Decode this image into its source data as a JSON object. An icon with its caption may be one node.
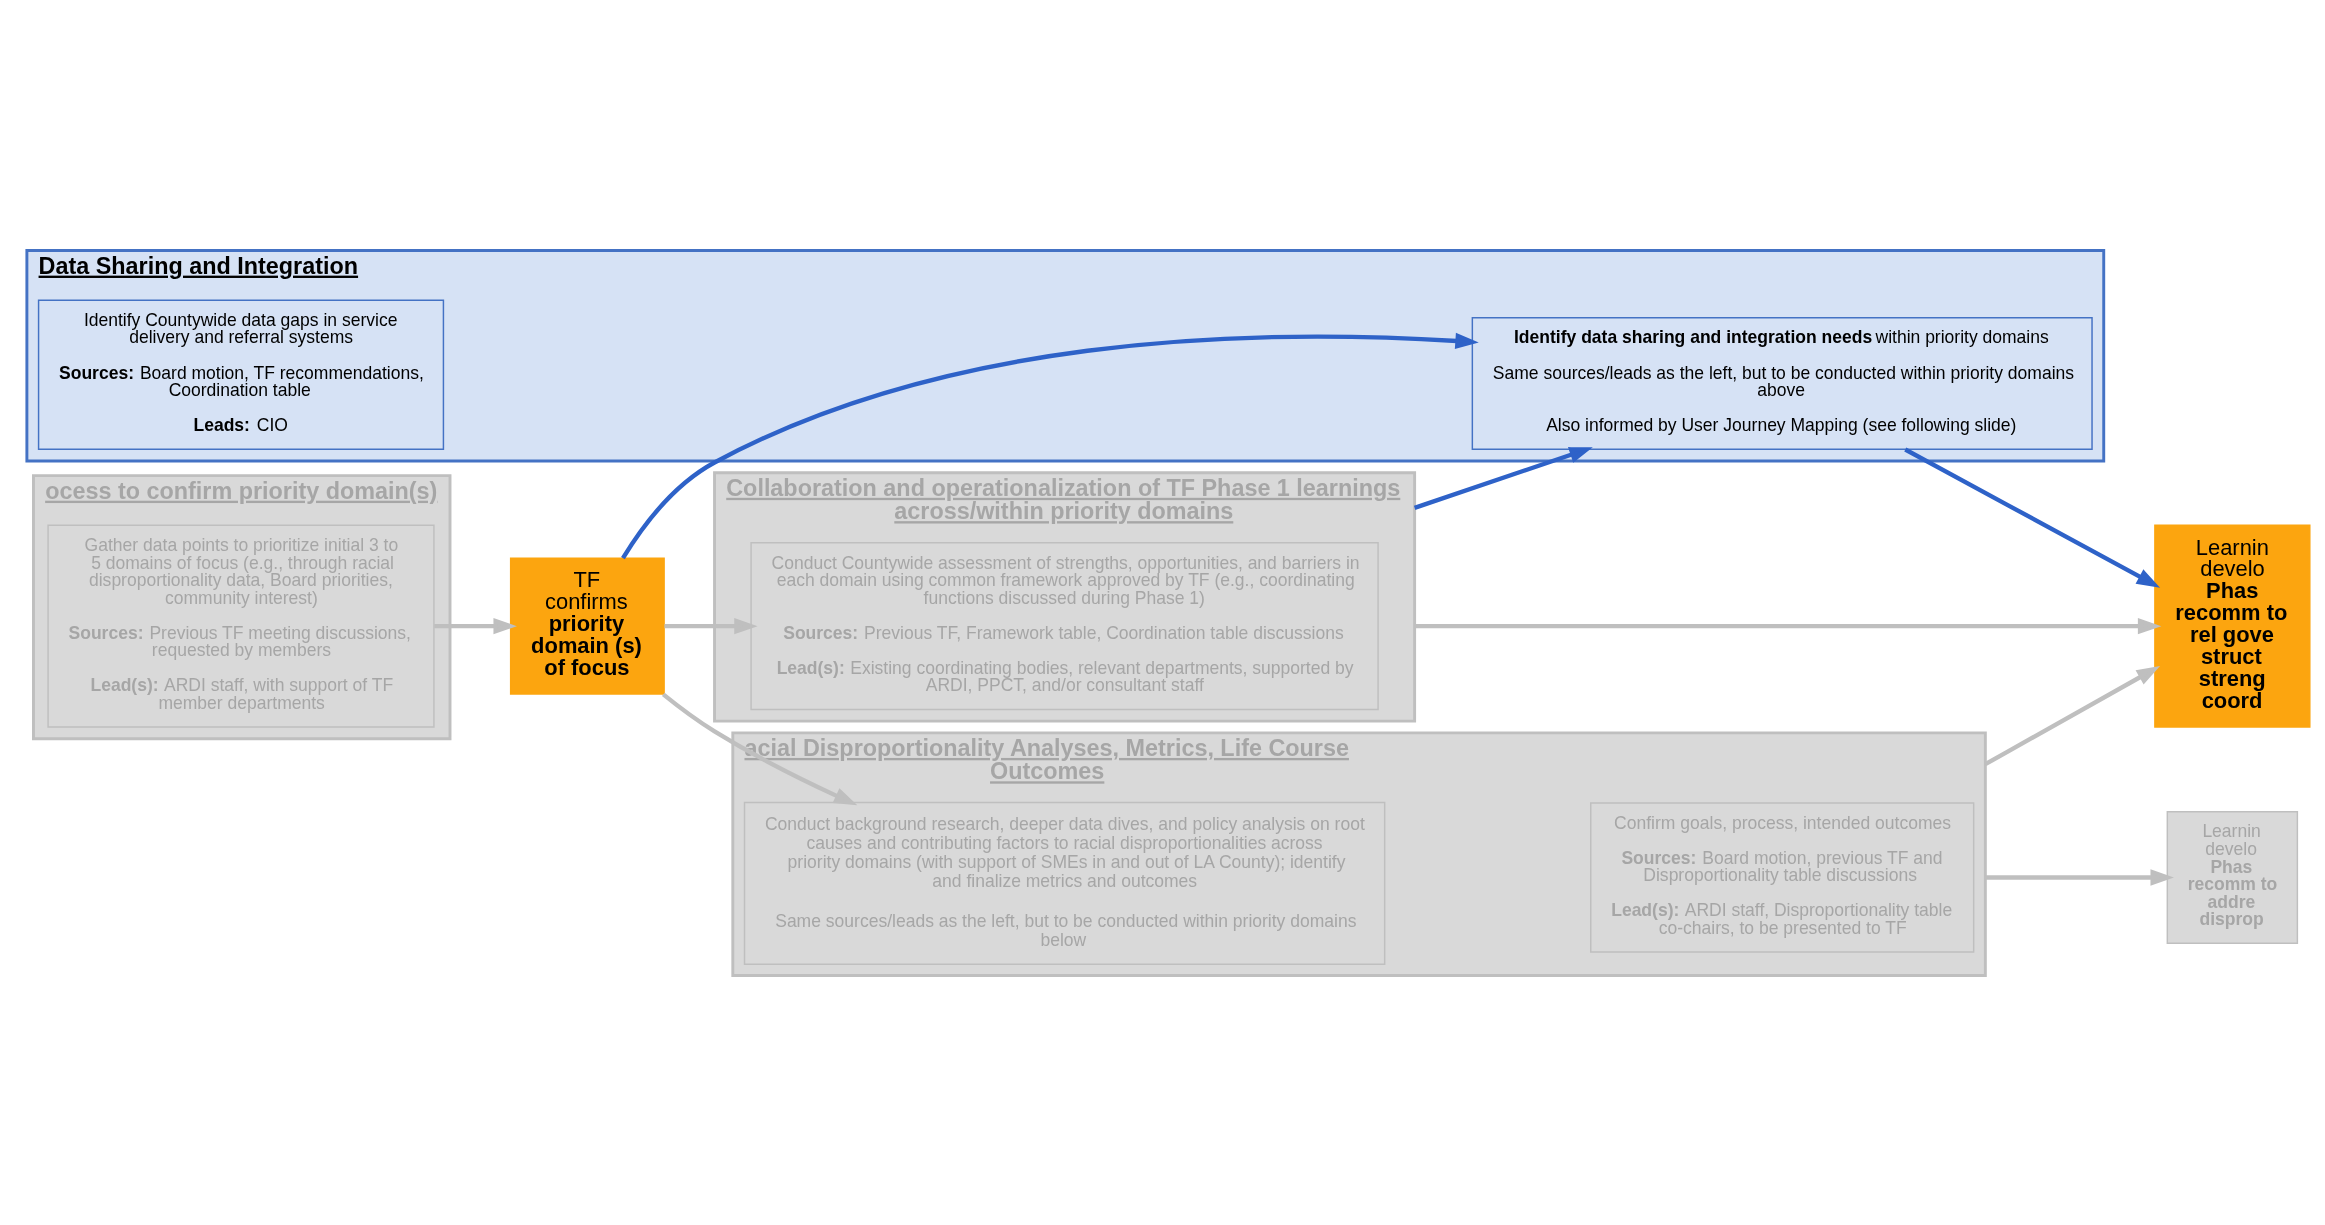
{
  "diagram": {
    "nodes": [
      {
        "text": [
          "acial Disproportionality Analyses, Metrics, Life Course Outcomes"
        ]
      },
      {
        "text": [
          "Confirm goals, process, intended outcomes",
          "**Sources:** Board motion, previous TF and Disproportionality table discussions",
          "**Lead(s):** ARDI staff, Disproportionality table co-chairs, to be presented to TF"
        ],
        "in": 0
      },
      {
        "text": [
          "Conduct background research, deeper data dives, and policy analysis on root causes and contributing factors to racial disproportionalities across priority domains (with support of SMEs in and out of LA County); identify and finalize metrics and outcomes",
          "Same sources/leads as the left, but to be conducted within priority domains below"
        ],
        "in": 0
      },
      {
        "text": [
          "ocess to confirm priority domain(s)"
        ]
      },
      {
        "text": [
          "Gather data points to prioritize initial 3 to 5 domains of focus (e.g., through racial disproportionality data, Board priorities, community interest)",
          "**Sources:** Previous TF meeting discussions, requested by members",
          "**Lead(s):** ARDI staff, with support of TF member departments"
        ],
        "in": 3
      },
      {
        "text": [
          "TF confirms **priority domain (s) of focus**"
        ]
      },
      {
        "text": [
          "Collaboration and operationalization of TF Phase 1 learnings across/within priority domains"
        ]
      },
      {
        "text": [
          "Conduct Countywide assessment of strengths, opportunities, and barriers in each domain using common framework approved by TF (e.g., coordinating functions discussed during Phase 1)",
          "**Sources:** Previous TF, Framework table, Coordination table discussions",
          "**Lead(s):** Existing coordinating bodies, relevant departments, supported by ARDI, PPCT, and/or consultant staff"
        ],
        "in": 6
      },
      {
        "text": [
          "Data Sharing and Integration"
        ]
      },
      {
        "text": [
          "Identify Countywide data gaps in service delivery and referral systems",
          "**Sources:** Board motion, TF recommendations, Coordination table",
          "**Leads:** CIO"
        ],
        "in": 8
      },
      {
        "text": [
          "**Identify data sharing and integration needs** within priority domains",
          "Same sources/leads as the left, but to be conducted within priority domains above",
          "Also informed by User Journey Mapping (see following slide)"
        ],
        "in": 8
      },
      {
        "text": [
          "Learnin develo **Phas recomm to addre disprop**"
        ]
      },
      {
        "text": [
          "Learnin develo **Phas recomm to rel gove struct streng coord**"
        ]
      }
    ],
    "edges": [
      {
        "from": 4,
        "to": 5,
        "arrow": "to"
      },
      {
        "from": 5,
        "to": 2,
        "arrow": "to"
      },
      {
        "from": 5,
        "to": 7,
        "arrow": "to"
      },
      {
        "from": 5,
        "to": 10,
        "arrow": "to",
        "color": "#2e62c8"
      },
      {
        "from": 6,
        "to": 10,
        "arrow": "to",
        "color": "#2e62c8"
      },
      {
        "from": 0,
        "to": 11,
        "arrow": "to"
      },
      {
        "from": 0,
        "to": 12,
        "arrow": "to"
      },
      {
        "from": 6,
        "to": 12,
        "arrow": "to"
      },
      {
        "from": 10,
        "to": 12,
        "arrow": "to",
        "color": "#2e62c8"
      }
    ]
  }
}
